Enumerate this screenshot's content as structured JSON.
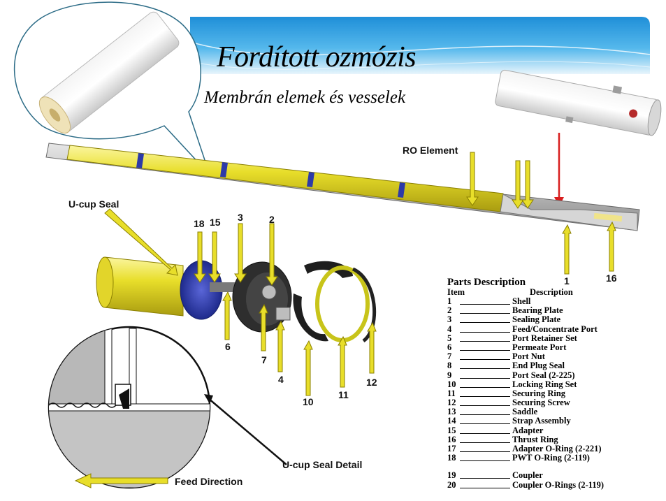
{
  "title": "Fordított ozmózis",
  "subtitle": "Membrán elemek és vesselek",
  "labels": {
    "ro_element": "RO Element",
    "ucup_seal": "U-cup Seal",
    "ucup_seal_detail": "U-cup Seal Detail",
    "feed_direction": "Feed Direction"
  },
  "callout_numbers": [
    "18",
    "15",
    "3",
    "2",
    "6",
    "7",
    "4",
    "10",
    "11",
    "12",
    "1",
    "16"
  ],
  "parts": {
    "heading": "Parts Description",
    "col_item": "Item",
    "col_desc": "Description",
    "items": [
      {
        "item": "1",
        "desc": "Shell"
      },
      {
        "item": "2",
        "desc": "Bearing Plate"
      },
      {
        "item": "3",
        "desc": "Sealing Plate"
      },
      {
        "item": "4",
        "desc": "Feed/Concentrate Port"
      },
      {
        "item": "5",
        "desc": "Port Retainer Set"
      },
      {
        "item": "6",
        "desc": "Permeate Port"
      },
      {
        "item": "7",
        "desc": "Port Nut"
      },
      {
        "item": "8",
        "desc": "End Plug Seal"
      },
      {
        "item": "9",
        "desc": "Port Seal (2-225)"
      },
      {
        "item": "10",
        "desc": "Locking Ring Set"
      },
      {
        "item": "11",
        "desc": "Securing Ring"
      },
      {
        "item": "12",
        "desc": "Securing Screw"
      },
      {
        "item": "13",
        "desc": "Saddle"
      },
      {
        "item": "14",
        "desc": "Strap Assembly"
      },
      {
        "item": "15",
        "desc": "Adapter"
      },
      {
        "item": "16",
        "desc": "Thrust Ring"
      },
      {
        "item": "17",
        "desc": "Adapter O-Ring (2-221)"
      },
      {
        "item": "18",
        "desc": "PWT O-Ring (2-119)"
      }
    ],
    "extra_items": [
      {
        "item": "19",
        "desc": "Coupler"
      },
      {
        "item": "20",
        "desc": "Coupler O-Rings (2-119)"
      }
    ]
  },
  "colors": {
    "banner": "#3fa9e6",
    "yellow": "#e8de2a",
    "blue_cap": "#2d3aa8",
    "red_arrow": "#d81e1e"
  }
}
